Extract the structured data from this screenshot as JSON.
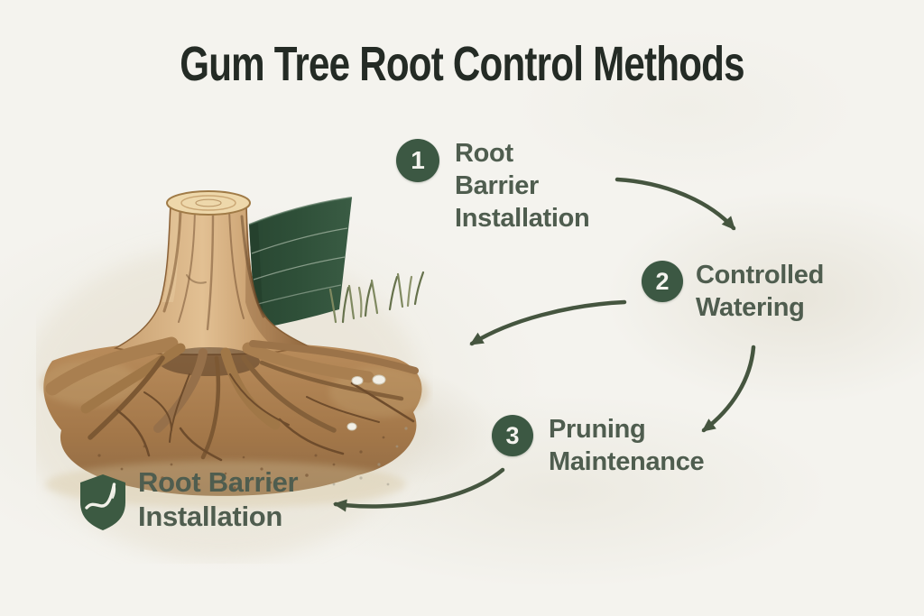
{
  "title": "Gum Tree Root Control Methods",
  "steps": [
    {
      "number": "1",
      "line1": "Root Barrier",
      "line2": "Installation"
    },
    {
      "number": "2",
      "line1": "Controlled",
      "line2": "Watering"
    },
    {
      "number": "3",
      "line1": "Pruning",
      "line2": "Maintenance"
    }
  ],
  "footer": {
    "icon": "shield-root-barrier-icon",
    "line1": "Root Barrier",
    "line2": "Installation"
  },
  "illustration": "tree-stump-with-root-barrier-panel",
  "colors": {
    "background": "#f4f3ee",
    "title_text": "#242b25",
    "step_badge": "#3c5843",
    "step_badge_text": "#f4f3ee",
    "step_label_text": "#4f5d4f",
    "arrow": "#45553f",
    "shield": "#3c5a42",
    "barrier_panel": "#2f5039",
    "soil": "#a87e50",
    "trunk": "#d9b98c"
  }
}
